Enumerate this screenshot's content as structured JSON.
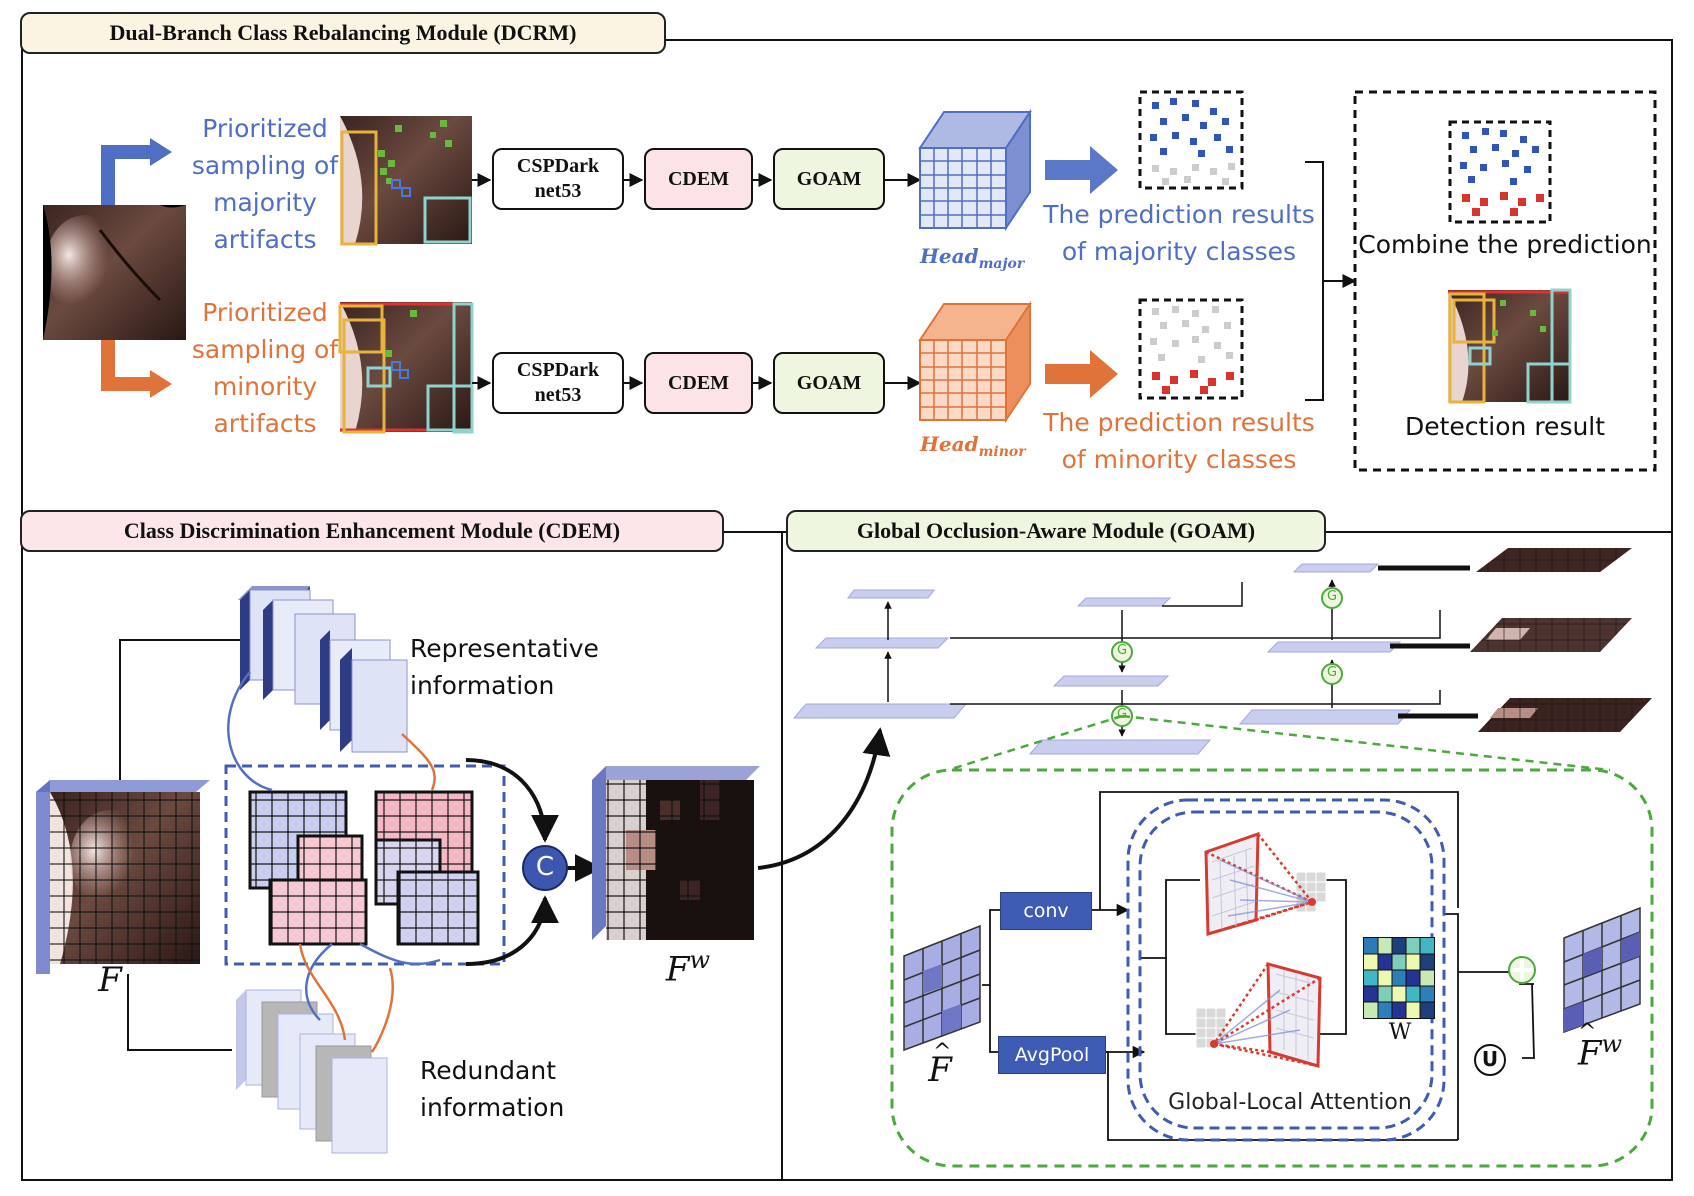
{
  "dcrm": {
    "title": "Dual-Branch Class Rebalancing Module (DCRM)",
    "major_label": "Prioritized sampling of majority artifacts",
    "minor_label": "Prioritized sampling of minority artifacts",
    "backbone": "CSPDark net53",
    "cdem": "CDEM",
    "goam": "GOAM",
    "head_major": "Head",
    "head_major_sub": "major",
    "head_minor": "Head",
    "head_minor_sub": "minor",
    "pred_major": "The prediction results of majority classes",
    "pred_minor": "The prediction results of minority classes",
    "combine": "Combine the prediction",
    "detection": "Detection result"
  },
  "cdem_panel": {
    "title": "Class Discrimination Enhancement Module (CDEM)",
    "representative": "Representative information",
    "redundant": "Redundant information",
    "concat_symbol": "C",
    "input_symbol": "F",
    "output_symbol": "F",
    "output_sup": "w"
  },
  "goam_panel": {
    "title": "Global Occlusion-Aware Module (GOAM)",
    "g_symbol": "G",
    "conv": "conv",
    "avgpool": "AvgPool",
    "w_label": "W",
    "attention": "Global-Local Attention",
    "union_symbol": "U",
    "input_symbol": "F",
    "output_symbol": "F",
    "output_sup": "w"
  },
  "colors": {
    "blue": "#4f6fc4",
    "orange": "#e0733a",
    "dcrm_title_bg": "#fbf4e3",
    "cdem_title_bg": "#fde6ea",
    "goam_title_bg": "#eef6df",
    "cdem_box": "#fbe3e6",
    "goam_box": "#eef6df",
    "green_dash": "#4aaa3c",
    "blue_dash": "#3f5cb0",
    "red_pyramid": "#d63b2f"
  },
  "icons": [
    "arrow-right-icon",
    "concat-icon",
    "gate-icon",
    "union-icon",
    "add-icon"
  ]
}
